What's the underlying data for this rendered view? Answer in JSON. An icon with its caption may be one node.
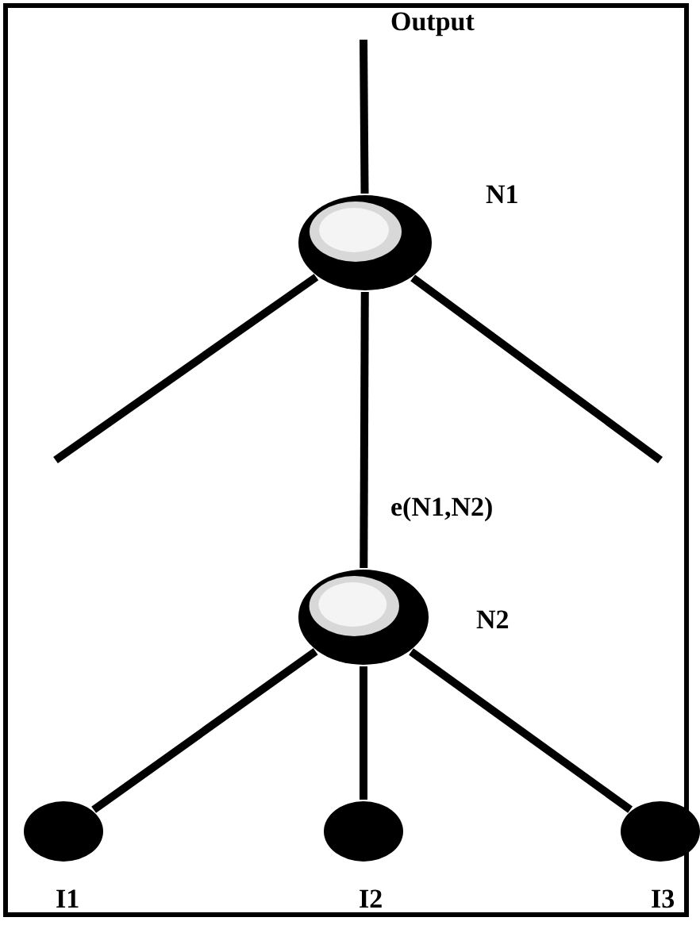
{
  "diagram": {
    "nodes": [
      {
        "text": [
          "Output"
        ]
      },
      {
        "text": [],
        "shape": "ellipse",
        "beside": [
          "N1"
        ]
      },
      {
        "text": [],
        "shape": "ellipse",
        "beside": [
          "N2"
        ]
      },
      {
        "text": [],
        "shape": "circle",
        "beside": [
          "I1"
        ]
      },
      {
        "text": [],
        "shape": "circle",
        "beside": [
          "I2"
        ]
      },
      {
        "text": [],
        "shape": "circle",
        "beside": [
          "I3"
        ]
      }
    ],
    "edges": [
      {
        "from": 0,
        "to": 1,
        "arrow": "none"
      },
      {
        "from": 1,
        "to": null,
        "arrow": "none"
      },
      {
        "from": 1,
        "to": null,
        "arrow": "none"
      },
      {
        "from": 1,
        "to": 2,
        "arrow": "none",
        "label": "e(N1,N2)"
      },
      {
        "from": 2,
        "to": 3,
        "arrow": "none"
      },
      {
        "from": 2,
        "to": 4,
        "arrow": "none"
      },
      {
        "from": 2,
        "to": 5,
        "arrow": "none"
      }
    ]
  }
}
